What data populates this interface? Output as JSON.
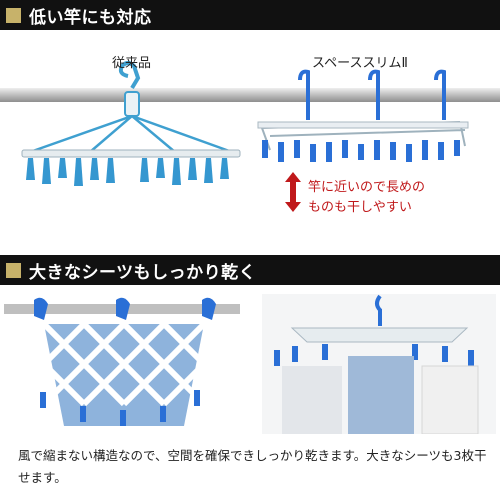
{
  "section1": {
    "title": "低い竿にも対応"
  },
  "labels": {
    "conventional": "従来品",
    "space_slim": "スペーススリムⅡ"
  },
  "note": {
    "line1": "竿に近いので長めの",
    "line2": "ものも干しやすい"
  },
  "section2": {
    "title": "大きなシーツもしっかり乾く"
  },
  "caption": "風で縮まない構造なので、空間を確保できしっかり乾きます。大きなシーツも3枚干せます。",
  "colors": {
    "banner_bg": "#111111",
    "banner_square": "#c7b26a",
    "note_red": "#c0191b",
    "clip_blue": "#2a6fd6",
    "frame_white": "#e9eef2",
    "pole_gray": "#c9c9c9"
  },
  "icons": {
    "arrow": "up-down-arrow-icon"
  }
}
